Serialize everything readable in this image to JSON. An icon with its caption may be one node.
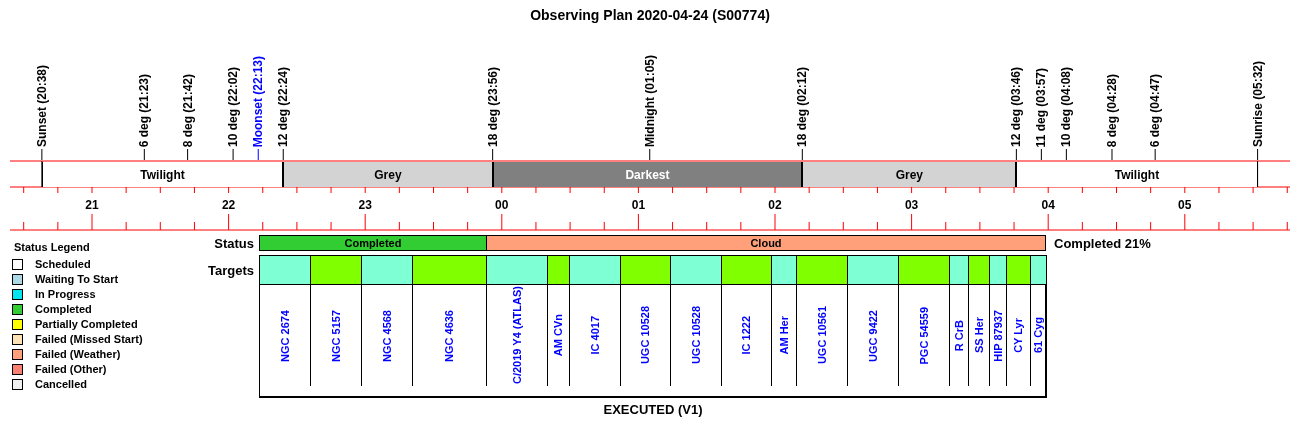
{
  "diagram": {
    "title": "Observing Plan 2020-04-24 (S00774)",
    "nodes": [
      {
        "text": [
          "Twilight"
        ]
      },
      {
        "text": [
          "Grey"
        ]
      },
      {
        "text": [
          "Darkest"
        ]
      },
      {
        "text": [
          "Grey"
        ]
      },
      {
        "text": [
          "Twilight"
        ]
      },
      {
        "text": [
          "Completed"
        ]
      },
      {
        "text": [
          "Cloud"
        ]
      },
      {
        "text": [
          "NGC 2674"
        ]
      },
      {
        "text": [
          "NGC 5157"
        ]
      },
      {
        "text": [
          "NGC 4568"
        ]
      },
      {
        "text": [
          "NGC 4636"
        ]
      },
      {
        "text": [
          "C/2019 Y4 (ATLAS)"
        ]
      },
      {
        "text": [
          "AM CVn"
        ]
      },
      {
        "text": [
          "IC 4017"
        ]
      },
      {
        "text": [
          "UGC 10528"
        ]
      },
      {
        "text": [
          "UGC 10528"
        ]
      },
      {
        "text": [
          "IC 1222"
        ]
      },
      {
        "text": [
          "AM Her"
        ]
      },
      {
        "text": [
          "UGC 10561"
        ]
      },
      {
        "text": [
          "UGC 9422"
        ]
      },
      {
        "text": [
          "PGC 54559"
        ]
      },
      {
        "text": [
          "R CrB"
        ]
      },
      {
        "text": [
          "SS Her"
        ]
      },
      {
        "text": [
          "HIP 87937"
        ]
      },
      {
        "text": [
          "CY Lyr"
        ]
      },
      {
        "text": [
          "61 Cyg"
        ]
      }
    ],
    "labels": [
      "Sunset (20:38)",
      "6 deg (21:23)",
      "8 deg (21:42)",
      "10 deg (22:02)",
      "Moonset (22:13)",
      "12 deg (22:24)",
      "18 deg (23:56)",
      "Midnight (01:05)",
      "18 deg (02:12)",
      "12 deg (03:46)",
      "11 deg (03:57)",
      "10 deg (04:08)",
      "8 deg (04:28)",
      "6 deg (04:47)",
      "Sunrise (05:32)",
      "21",
      "22",
      "23",
      "00",
      "01",
      "02",
      "03",
      "04",
      "05",
      "Status Legend",
      "Status",
      "Completed 21%",
      "Targets",
      "EXECUTED (V1)"
    ],
    "legend": [
      {
        "text": "Scheduled",
        "color": "#ffffff"
      },
      {
        "text": "Waiting To Start",
        "color": "#add8e6"
      },
      {
        "text": "In Progress",
        "color": "#00e5ee"
      },
      {
        "text": "Completed",
        "color": "#32cd32"
      },
      {
        "text": "Partially Completed",
        "color": "#ffff00"
      },
      {
        "text": "Failed (Missed Start)",
        "color": "#fde2b8"
      },
      {
        "text": "Failed (Weather)",
        "color": "#ffa07a"
      },
      {
        "text": "Failed (Other)",
        "color": "#fa8072"
      },
      {
        "text": "Cancelled",
        "color": "#f0f0f0"
      }
    ]
  }
}
